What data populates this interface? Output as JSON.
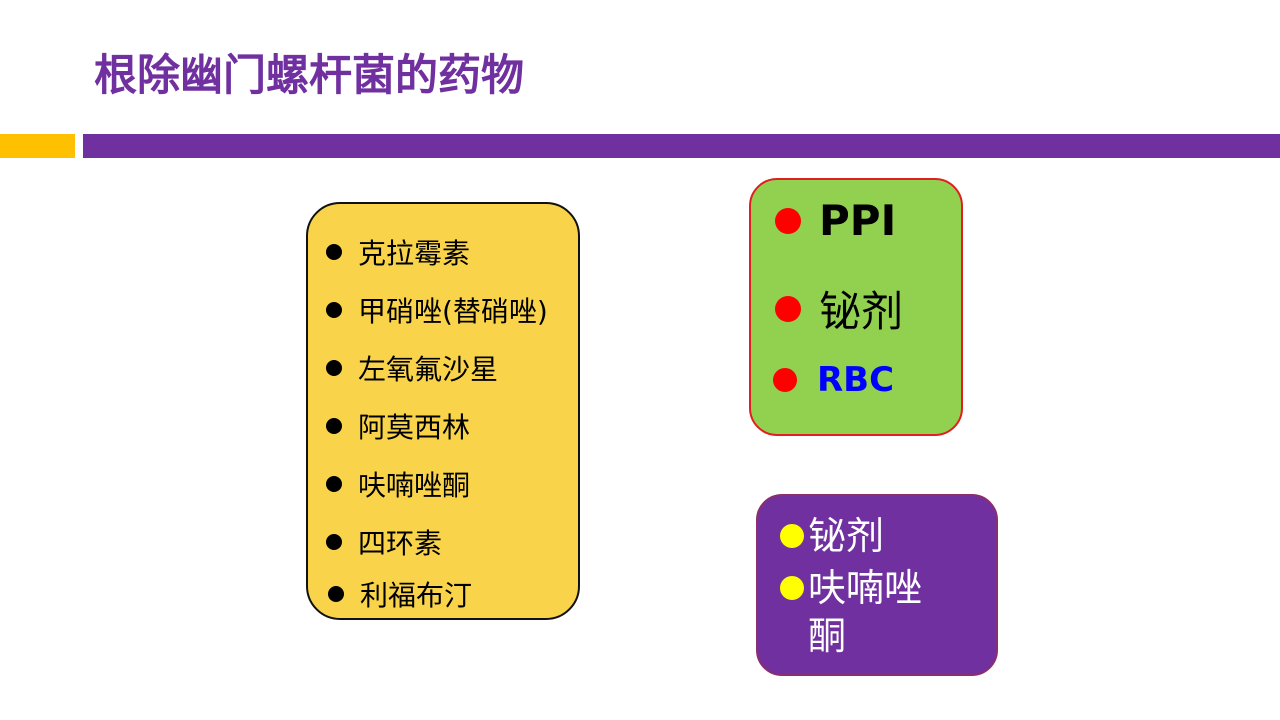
{
  "slide": {
    "title": "根除幽门螺杆菌的药物",
    "colors": {
      "title": "#7030a0",
      "accent_bar_gold": "#ffc000",
      "accent_bar_purple": "#7030a0"
    }
  },
  "antibiotics_box": {
    "background": "#f9d44b",
    "items": [
      "克拉霉素",
      "甲硝唑(替硝唑)",
      "左氧氟沙星",
      "阿莫西林",
      "呋喃唑酮",
      "四环素",
      "利福布汀"
    ]
  },
  "acid_box": {
    "background": "#92d050",
    "bullet_color": "#ff0000",
    "items": [
      {
        "label": "PPI",
        "color": "#000000"
      },
      {
        "label": "铋剂",
        "color": "#000000"
      },
      {
        "label": "RBC",
        "color": "#0000ff"
      }
    ]
  },
  "other_box": {
    "background": "#7030a0",
    "bullet_color": "#ffff00",
    "items": [
      "铋剂",
      "呋喃唑酮"
    ]
  }
}
